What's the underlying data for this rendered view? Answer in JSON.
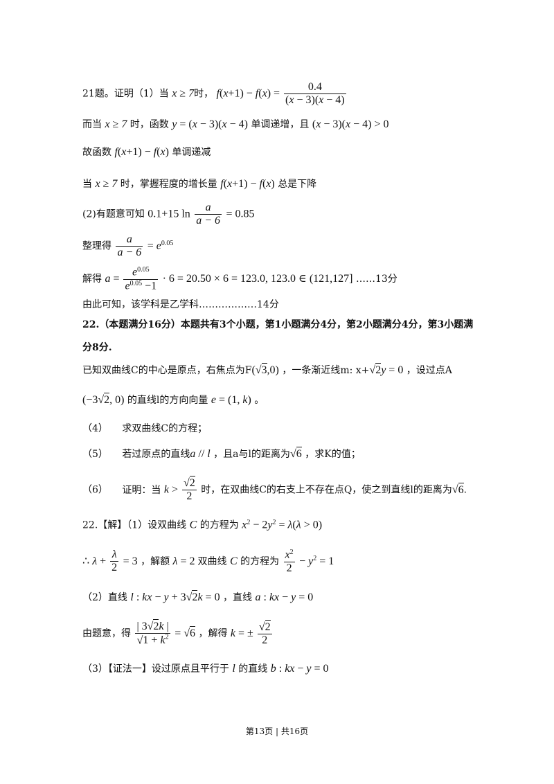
{
  "lines": {
    "l01_text": "21题。证明（1）当",
    "l02_a": "而当",
    "l02_b": "时，函数",
    "l02_c": "单调递增，且",
    "l03_a": "故函数",
    "l03_b": "单调递减",
    "l04_a": "当",
    "l04_b": "时，掌握程度的增长量",
    "l04_c": "总是下降",
    "l05_a": "(2)有题意可知",
    "l06_a": "整理得",
    "l07_a": "解得",
    "l07_b": "……13分",
    "l08": "由此可知，该学科是乙学科………………14分",
    "l09": "22.（本题满分16分）本题共有3个小题，第1小题满分4分，第2小题满分4分，第3小题满",
    "l10": "分8分.",
    "l11_a": "已知双曲线C的中心是原点，右焦点为F",
    "l11_b": "，一条渐近线m: x+",
    "l11_c": "，设过点A",
    "l12_a": "的直线l的方向向量",
    "l12_b": "。",
    "q4_num": "（4）",
    "q4": "求双曲线C的方程；",
    "q5_num": "（5）",
    "q5_a": "若过原点的直线",
    "q5_b": "，且a与l的距离为",
    "q5_c": "，求K的值；",
    "q6_num": "（6）",
    "q6_a": "证明：当",
    "q6_b": "时，在双曲线C的右支上不存在点Q，使之到直线l的距离为",
    "q6_c": ".",
    "s1_a": "22.【解】（1）设双曲线",
    "s1_b": "的方程为",
    "s2_a": "，解额",
    "s2_b": "双曲线",
    "s2_c": "的方程为",
    "s3_a": "（2）直线",
    "s3_b": "，直线",
    "s4_a": "由题意，得",
    "s4_b": "，解得",
    "s5_a": "（3）【证法一】设过原点且平行于",
    "s5_b": "的直线"
  },
  "footer": "第13页 | 共16页"
}
